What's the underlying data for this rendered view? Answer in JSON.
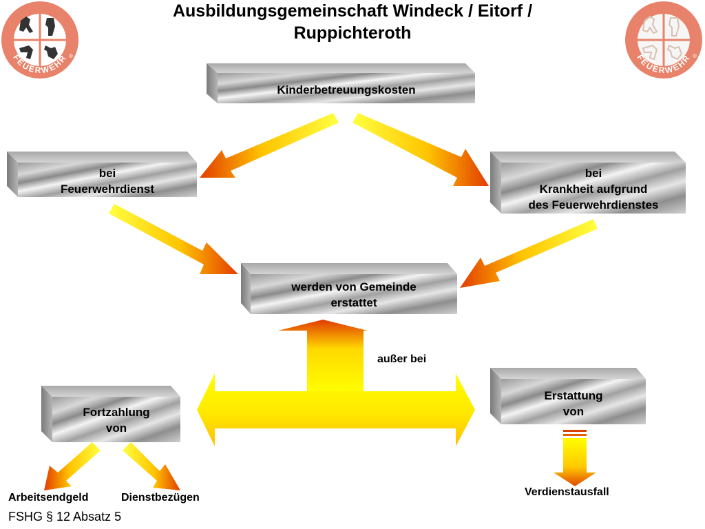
{
  "title": {
    "line1": "Ausbildungsgemeinschaft Windeck / Eitorf /",
    "line2": "Ruppichteroth"
  },
  "logo": {
    "text": "FEUERWEHR",
    "registered": "®"
  },
  "boxes": {
    "kinderbetreuung": {
      "lines": [
        "Kinderbetreuungskosten"
      ]
    },
    "feuerwehrdienst": {
      "lines": [
        "bei",
        "Feuerwehrdienst"
      ]
    },
    "krankheit": {
      "lines": [
        "bei",
        "Krankheit aufgrund",
        "des Feuerwehrdienstes"
      ]
    },
    "gemeinde": {
      "lines": [
        "werden von Gemeinde",
        "erstattet"
      ]
    },
    "fortzahlung": {
      "lines": [
        "Fortzahlung",
        "von"
      ]
    },
    "erstattung": {
      "lines": [
        "Erstattung",
        "von"
      ]
    }
  },
  "labels": {
    "ausser_bei": "außer bei",
    "arbeitsendgeld": "Arbeitsendgeld",
    "dienstbezuegen": "Dienstbezügen",
    "verdienstausfall": "Verdienstausfall"
  },
  "footer": "FSHG § 12 Absatz 5",
  "colors": {
    "arrow_light": "#ffff00",
    "arrow_dark": "#e03a00",
    "logo_ring": "#e8826a",
    "box_front": "#b0b0b0",
    "box_top": "#c8c8c8",
    "box_side": "#8a8a8a"
  }
}
